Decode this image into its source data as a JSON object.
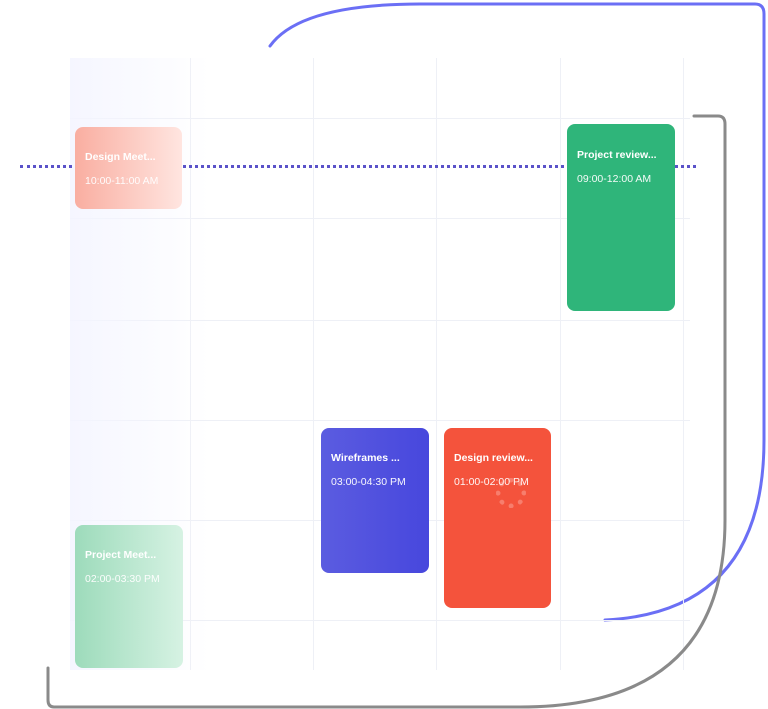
{
  "colors": {
    "now_line": "#5a52c9",
    "outline_blue": "#6b6ff5",
    "outline_gray": "#8a8a8a",
    "grid": "#eef0f6"
  },
  "events": [
    {
      "title": "Design Meet...",
      "time": "10:00-11:00 AM",
      "color": "#f9aea1"
    },
    {
      "title": "Project review...",
      "time": "09:00-12:00 AM",
      "color": "#2fb57a"
    },
    {
      "title": "Wireframes ...",
      "time": "03:00-04:30 PM",
      "color": "#4747dd"
    },
    {
      "title": "Design review...",
      "time": "01:00-02:00 PM",
      "color": "#f4533c"
    },
    {
      "title": "Project Meet...",
      "time": "02:00-03:30 PM",
      "color": "#9ddbbb"
    }
  ]
}
